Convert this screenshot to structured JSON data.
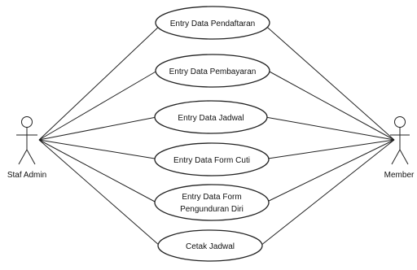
{
  "diagram": {
    "type": "use-case",
    "actors": [
      {
        "id": "staf-admin",
        "label": "Staf Admin"
      },
      {
        "id": "member",
        "label": "Member"
      }
    ],
    "use_cases": [
      {
        "id": "uc1",
        "lines": [
          "Entry Data Pendaftaran"
        ]
      },
      {
        "id": "uc2",
        "lines": [
          "Entry Data Pembayaran"
        ]
      },
      {
        "id": "uc3",
        "lines": [
          "Entry Data Jadwal"
        ]
      },
      {
        "id": "uc4",
        "lines": [
          "Entry Data Form Cuti"
        ]
      },
      {
        "id": "uc5",
        "lines": [
          "Entry Data Form",
          "Pengunduran Diri"
        ]
      },
      {
        "id": "uc6",
        "lines": [
          "Cetak Jadwal"
        ]
      }
    ],
    "associations": [
      [
        "staf-admin",
        "uc1"
      ],
      [
        "staf-admin",
        "uc2"
      ],
      [
        "staf-admin",
        "uc3"
      ],
      [
        "staf-admin",
        "uc4"
      ],
      [
        "staf-admin",
        "uc5"
      ],
      [
        "staf-admin",
        "uc6"
      ],
      [
        "member",
        "uc1"
      ],
      [
        "member",
        "uc2"
      ],
      [
        "member",
        "uc3"
      ],
      [
        "member",
        "uc4"
      ],
      [
        "member",
        "uc5"
      ],
      [
        "member",
        "uc6"
      ]
    ]
  }
}
